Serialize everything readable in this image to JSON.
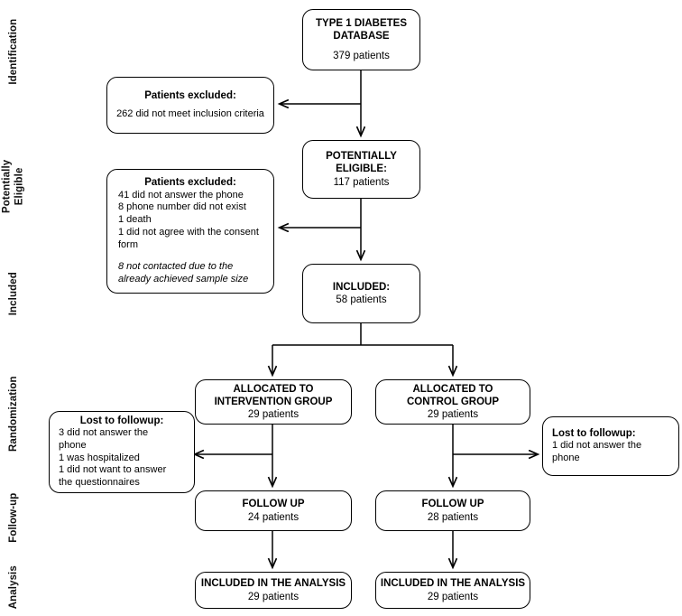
{
  "diagram": {
    "type": "flowchart",
    "title": "CONSORT participant flow diagram",
    "line_color": "#000000",
    "background": "#ffffff"
  },
  "stages": [
    {
      "id": "identification",
      "label": "Identification"
    },
    {
      "id": "potentially-eligible",
      "label": "Potentially\nEligible"
    },
    {
      "id": "included",
      "label": "Included"
    },
    {
      "id": "randomization",
      "label": "Randomization"
    },
    {
      "id": "followup",
      "label": "Follow-up"
    },
    {
      "id": "analysis",
      "label": "Analysis"
    }
  ],
  "nodes": {
    "database": {
      "title": "TYPE  1 DIABETES\nDATABASE",
      "count": "379 patients"
    },
    "excluded_1": {
      "title": "Patients excluded:",
      "lines": "262 did not meet inclusion criteria"
    },
    "potentially_eligible": {
      "title": "POTENTIALLY\nELIGIBLE:",
      "count": "117 patients"
    },
    "excluded_2": {
      "title": "Patients excluded:",
      "lines": "41 did not answer the phone\n8 phone number did not exist\n1 death\n1 did not agree with the consent\nform",
      "note": "8 not contacted due to the\nalready achieved sample size"
    },
    "included": {
      "title": "INCLUDED:",
      "count": "58 patients"
    },
    "allocated_intervention": {
      "title": "ALLOCATED TO\nINTERVENTION  GROUP",
      "count": "29 patients"
    },
    "allocated_control": {
      "title": "ALLOCATED TO\nCONTROL GROUP",
      "count": "29 patients"
    },
    "lost_intervention": {
      "title": "Lost to followup:",
      "lines": "3 did not answer the\nphone\n1 was hospitalized\n1 did not want to answer\nthe questionnaires"
    },
    "lost_control": {
      "title": "Lost to followup:",
      "lines": "1 did not answer the\nphone"
    },
    "followup_intervention": {
      "title": "FOLLOW UP",
      "count": "24 patients"
    },
    "followup_control": {
      "title": "FOLLOW UP",
      "count": "28 patients"
    },
    "analysis_intervention": {
      "title": "INCLUDED IN THE ANALYSIS",
      "count": "29 patients"
    },
    "analysis_control": {
      "title": "INCLUDED IN THE ANALYSIS",
      "count": "29 patients"
    }
  },
  "chart_data": {
    "type": "flow",
    "title": "Participant flow",
    "stages": [
      "Identification",
      "Potentially Eligible",
      "Included",
      "Randomization",
      "Follow-up",
      "Analysis"
    ],
    "counts": {
      "database": 379,
      "excluded_inclusion_criteria": 262,
      "potentially_eligible": 117,
      "excluded_no_answer_phone": 41,
      "excluded_phone_not_exist": 8,
      "excluded_death": 1,
      "excluded_no_consent": 1,
      "not_contacted_sample_size_reached": 8,
      "included": 58,
      "allocated_intervention": 29,
      "allocated_control": 29,
      "lost_intervention_no_answer_phone": 3,
      "lost_intervention_hospitalized": 1,
      "lost_intervention_refused_questionnaires": 1,
      "lost_control_no_answer_phone": 1,
      "followup_intervention": 24,
      "followup_control": 28,
      "analysis_intervention": 29,
      "analysis_control": 29
    }
  }
}
